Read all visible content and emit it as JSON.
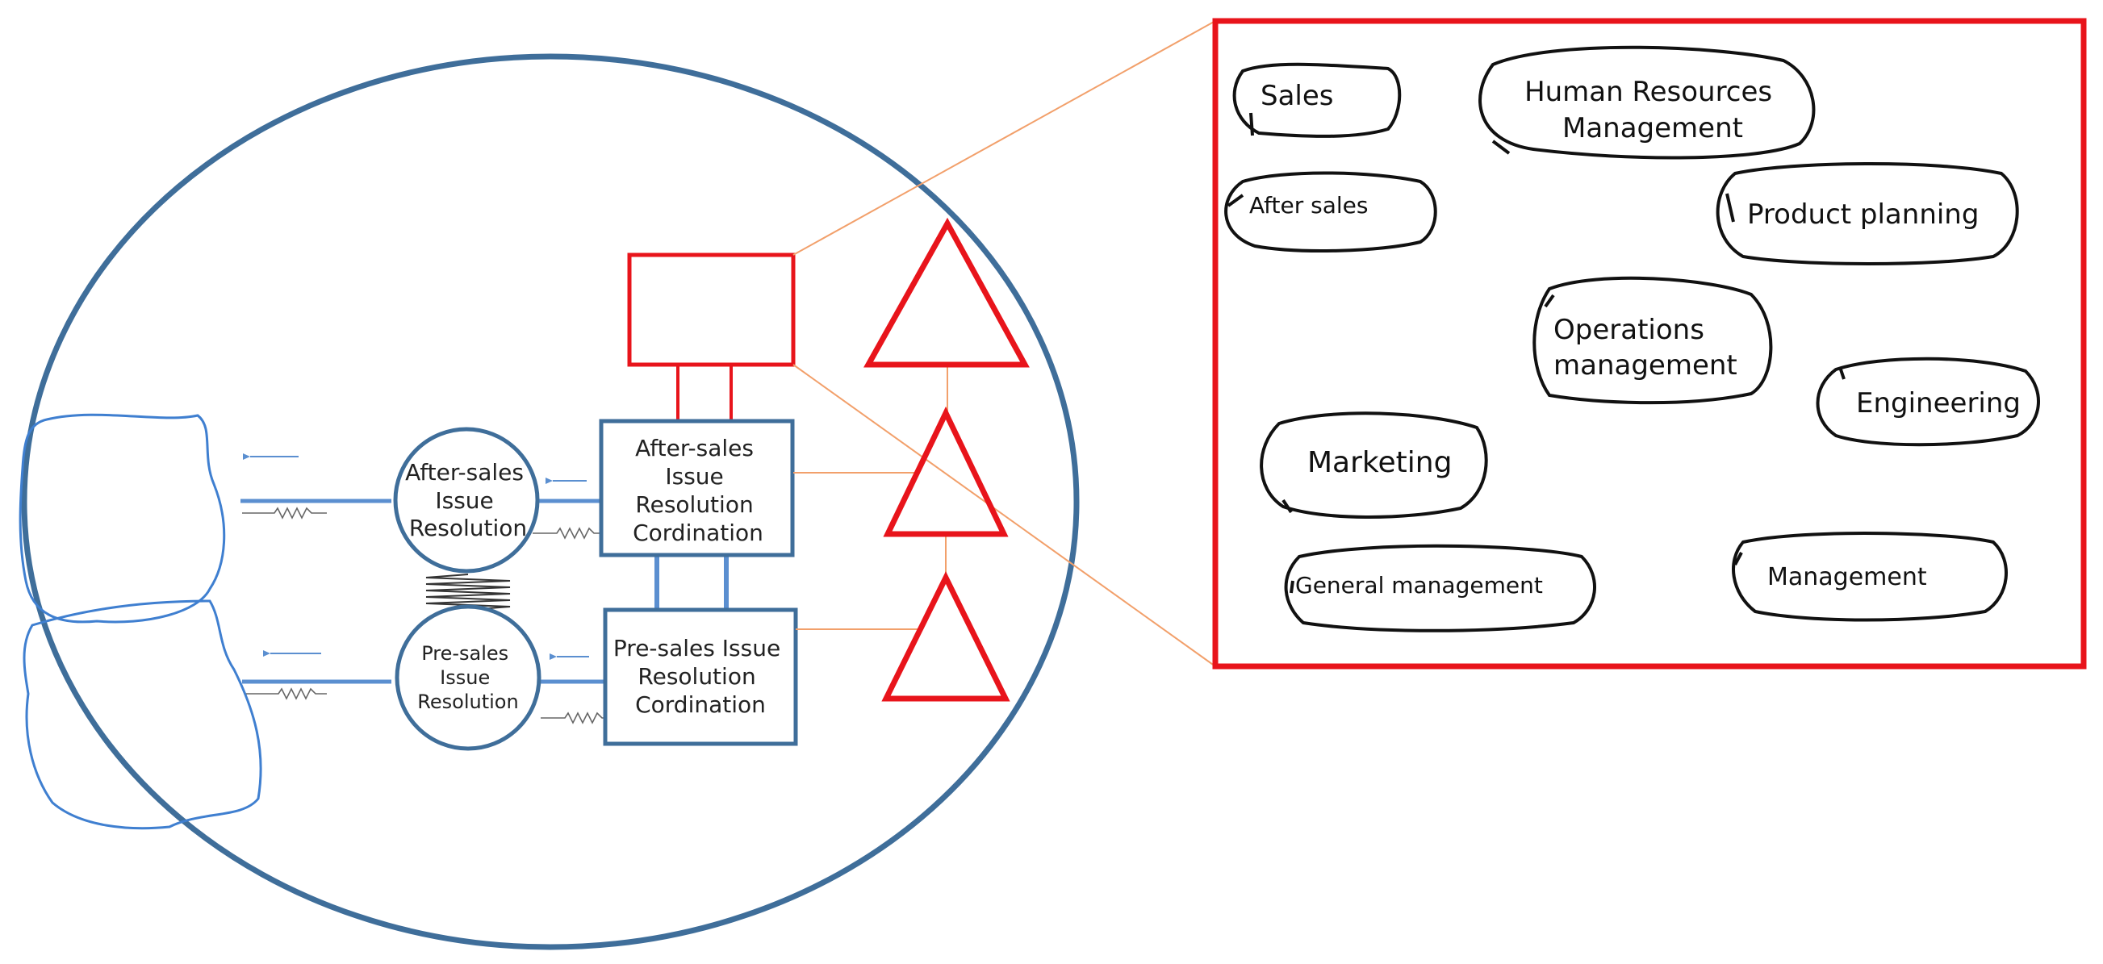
{
  "diagram": {
    "colors": {
      "outline_blue": "#3f6e9a",
      "connector_blue": "#5b8fd0",
      "accent_red": "#e8141b",
      "leader_orange": "#f2a06b",
      "ink": "#111111"
    },
    "nodes": {
      "after_sales_circle": [
        "After-sales",
        "Issue",
        "Resolution"
      ],
      "after_sales_box": [
        "After-sales",
        "Issue",
        "Resolution",
        "Cordination"
      ],
      "pre_sales_circle": [
        "Pre-sales",
        "Issue",
        "Resolution"
      ],
      "pre_sales_box": [
        "Pre-sales Issue",
        "Resolution",
        "Cordination"
      ]
    },
    "departments": {
      "sales": "Sales",
      "hr": [
        "Human Resources",
        "Management"
      ],
      "after_sales": "After sales",
      "product_planning": "Product planning",
      "operations": [
        "Operations",
        "management"
      ],
      "engineering": "Engineering",
      "marketing": "Marketing",
      "general_management": "General management",
      "management": "Management"
    }
  }
}
